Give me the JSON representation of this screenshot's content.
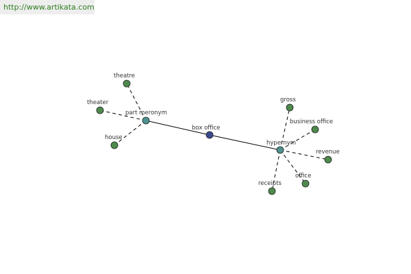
{
  "watermark": {
    "url": "http://www.artikata.com"
  },
  "colors": {
    "center_node": "#3b4a8c",
    "relation_node": "#4f9191",
    "leaf_node": "#4e8a4e",
    "edge": "#000000",
    "label": "#333333"
  },
  "graph": {
    "center": {
      "id": "center",
      "label": "box office"
    },
    "relations": [
      {
        "id": "part-meronym",
        "label": "part meronym",
        "leaves": [
          {
            "id": "theatre",
            "label": "theatre"
          },
          {
            "id": "theater",
            "label": "theater"
          },
          {
            "id": "house",
            "label": "house"
          }
        ]
      },
      {
        "id": "hypernym",
        "label": "hypernym",
        "leaves": [
          {
            "id": "gross",
            "label": "gross"
          },
          {
            "id": "business-office",
            "label": "business office"
          },
          {
            "id": "revenue",
            "label": "revenue"
          },
          {
            "id": "office",
            "label": "office"
          },
          {
            "id": "receipts",
            "label": "receipts"
          }
        ]
      }
    ]
  }
}
